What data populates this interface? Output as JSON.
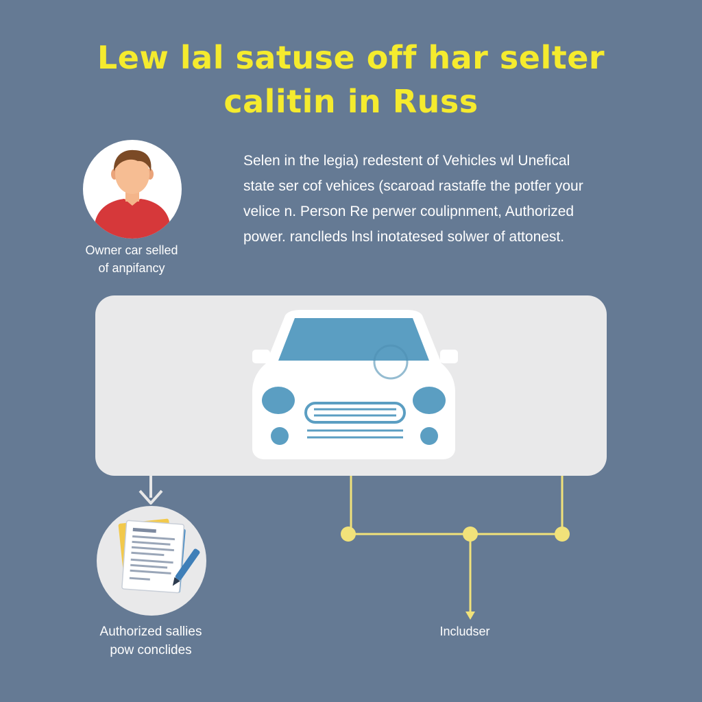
{
  "header": {
    "title_line_1": "Lew lal satuse off har selter",
    "title_line_2": "calitin in Russ",
    "title_color": "#f5eb2e"
  },
  "owner": {
    "caption_line_1": "Owner car selled",
    "caption_line_2": "of anpifancy",
    "icon": "person-icon"
  },
  "description": {
    "lines": [
      "Selen in the legia) redestent of Vehicles wl Unefical",
      "state ser cof vehices (scaroad rastaffe the potfer your",
      "velice n. Person Re perwer coulipnment, Authorized",
      "power. ranclleds lnsl inotatesed solwer of attonest."
    ]
  },
  "vehicle": {
    "icon": "car-icon"
  },
  "documents": {
    "caption_line_1": "Authorized sallies",
    "caption_line_2": "pow conclides",
    "icon": "documents-icon"
  },
  "includes": {
    "label": "Includser"
  },
  "colors": {
    "background": "#657a94",
    "panel": "#e9e9ea",
    "accent_blue": "#5b9ec2",
    "connector_yellow": "#f1e27a",
    "arrow_gray": "#e8e8e8"
  }
}
